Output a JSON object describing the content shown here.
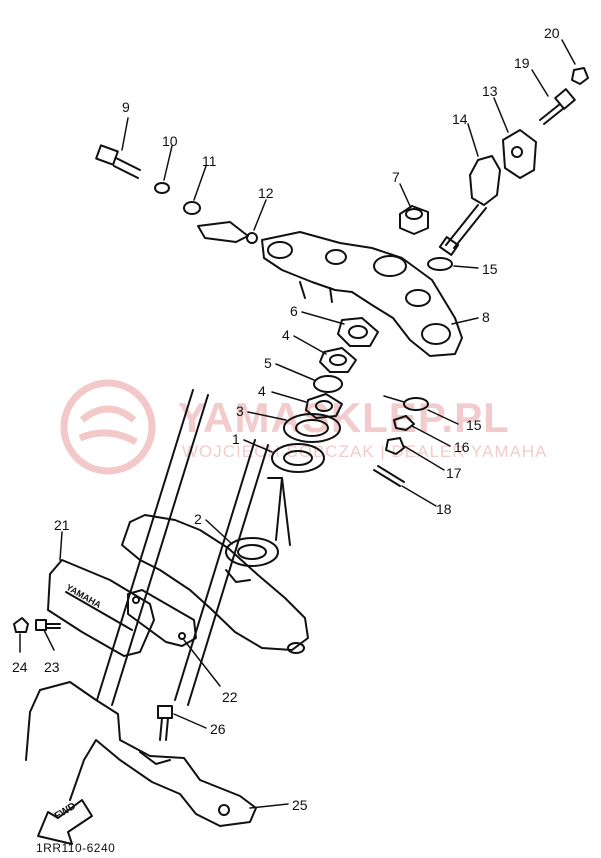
{
  "watermark": {
    "title": "YAMASKLEP.PL",
    "subtitle": "WOJCIECH SOBCZAK | DEALER YAMAHA"
  },
  "diagram_code": "1RR110-6240",
  "fwd_label": "FWD",
  "bracket_brand": "YAMAHA",
  "callouts": [
    {
      "id": "20",
      "label": "20"
    },
    {
      "id": "19",
      "label": "19"
    },
    {
      "id": "13",
      "label": "13"
    },
    {
      "id": "9",
      "label": "9"
    },
    {
      "id": "14",
      "label": "14"
    },
    {
      "id": "10",
      "label": "10"
    },
    {
      "id": "11",
      "label": "11"
    },
    {
      "id": "7",
      "label": "7"
    },
    {
      "id": "12",
      "label": "12"
    },
    {
      "id": "15a",
      "label": "15"
    },
    {
      "id": "6",
      "label": "6"
    },
    {
      "id": "8",
      "label": "8"
    },
    {
      "id": "4a",
      "label": "4"
    },
    {
      "id": "5",
      "label": "5"
    },
    {
      "id": "4b",
      "label": "4"
    },
    {
      "id": "15b",
      "label": "15"
    },
    {
      "id": "3",
      "label": "3"
    },
    {
      "id": "16",
      "label": "16"
    },
    {
      "id": "1",
      "label": "1"
    },
    {
      "id": "17",
      "label": "17"
    },
    {
      "id": "18",
      "label": "18"
    },
    {
      "id": "2",
      "label": "2"
    },
    {
      "id": "21",
      "label": "21"
    },
    {
      "id": "24",
      "label": "24"
    },
    {
      "id": "23",
      "label": "23"
    },
    {
      "id": "22",
      "label": "22"
    },
    {
      "id": "26",
      "label": "26"
    },
    {
      "id": "25",
      "label": "25"
    }
  ],
  "colors": {
    "line": "#111111",
    "watermark": "#f2cccc",
    "watermark_logo": "#f3c8c8"
  }
}
